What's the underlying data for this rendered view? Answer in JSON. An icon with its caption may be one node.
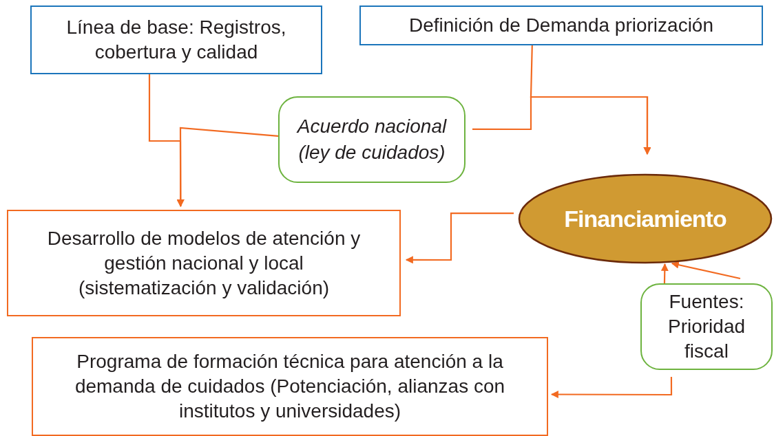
{
  "diagram": {
    "nodes": [
      {
        "text": [
          "Línea de base: Registros, cobertura y calidad"
        ]
      },
      {
        "text": [
          "Definición de Demanda priorización"
        ]
      },
      {
        "text": [
          "Acuerdo nacional (ley de cuidados)"
        ]
      },
      {
        "text": [
          "Financiamiento"
        ]
      },
      {
        "text": [
          "Desarrollo de modelos de atención y gestión nacional y local (sistematización y validación)"
        ]
      },
      {
        "text": [
          "Programa de formación técnica para atención a la demanda de cuidados (Potenciación, alianzas con institutos y universidades)"
        ]
      },
      {
        "text": [
          "Fuentes: Prioridad fiscal"
        ]
      }
    ],
    "edges": [
      {
        "from": 0,
        "to": 4,
        "arrow": "to"
      },
      {
        "from": 2,
        "to": 4,
        "arrow": "to"
      },
      {
        "from": 1,
        "to": 3,
        "arrow": "to"
      },
      {
        "from": 2,
        "to": 3,
        "arrow": "to"
      },
      {
        "from": 3,
        "to": 4,
        "arrow": "to"
      },
      {
        "from": 6,
        "to": 3,
        "arrow": "to"
      },
      {
        "from": 6,
        "to": 3,
        "arrow": "to"
      },
      {
        "from": 6,
        "to": 5,
        "arrow": "to"
      }
    ]
  }
}
